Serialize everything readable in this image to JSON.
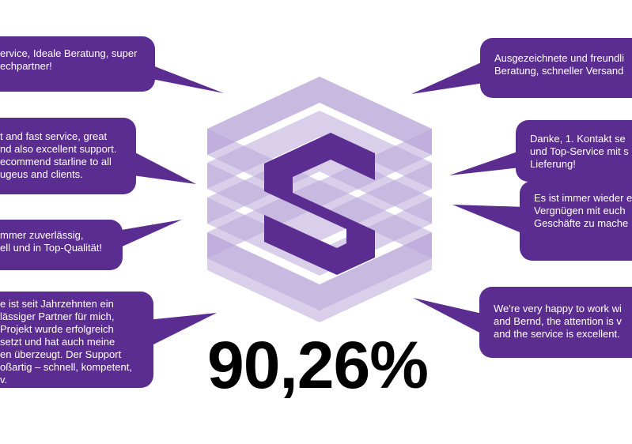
{
  "colors": {
    "bubble": "#5c2d91",
    "bubble_text": "#ffffff",
    "logo_dark": "#5c2d91",
    "logo_light": "#b9a8d8",
    "percentage_text": "#000000"
  },
  "logo": {
    "icon": "starline-s-logo-icon"
  },
  "percentage": "90,26%",
  "testimonials_left": [
    {
      "text": "ervice, Ideale Beratung, super\nechpartner!"
    },
    {
      "text": "t and fast service, great\nnd also excellent support.\necommend starline to all\nugeus and clients."
    },
    {
      "text": "mmer zuverlässig,\nell und in Top-Qualität!"
    },
    {
      "text": "e ist seit Jahrzehnten ein\nlässiger Partner für mich,\nProjekt wurde erfolgreich\nsetzt und hat auch meine\nen überzeugt. Der Support\noßartig – schnell, kompetent,\nv."
    }
  ],
  "testimonials_right": [
    {
      "text": "Ausgezeichnete und freundli\nBeratung, schneller Versand"
    },
    {
      "text": "Danke, 1. Kontakt se\nund Top-Service mit s\nLieferung!"
    },
    {
      "text": "Es ist immer wieder e\nVergnügen mit euch\nGeschäfte zu mache"
    },
    {
      "text": "We're very happy to work wi\nand Bernd, the attention is v\nand the service is excellent."
    }
  ]
}
